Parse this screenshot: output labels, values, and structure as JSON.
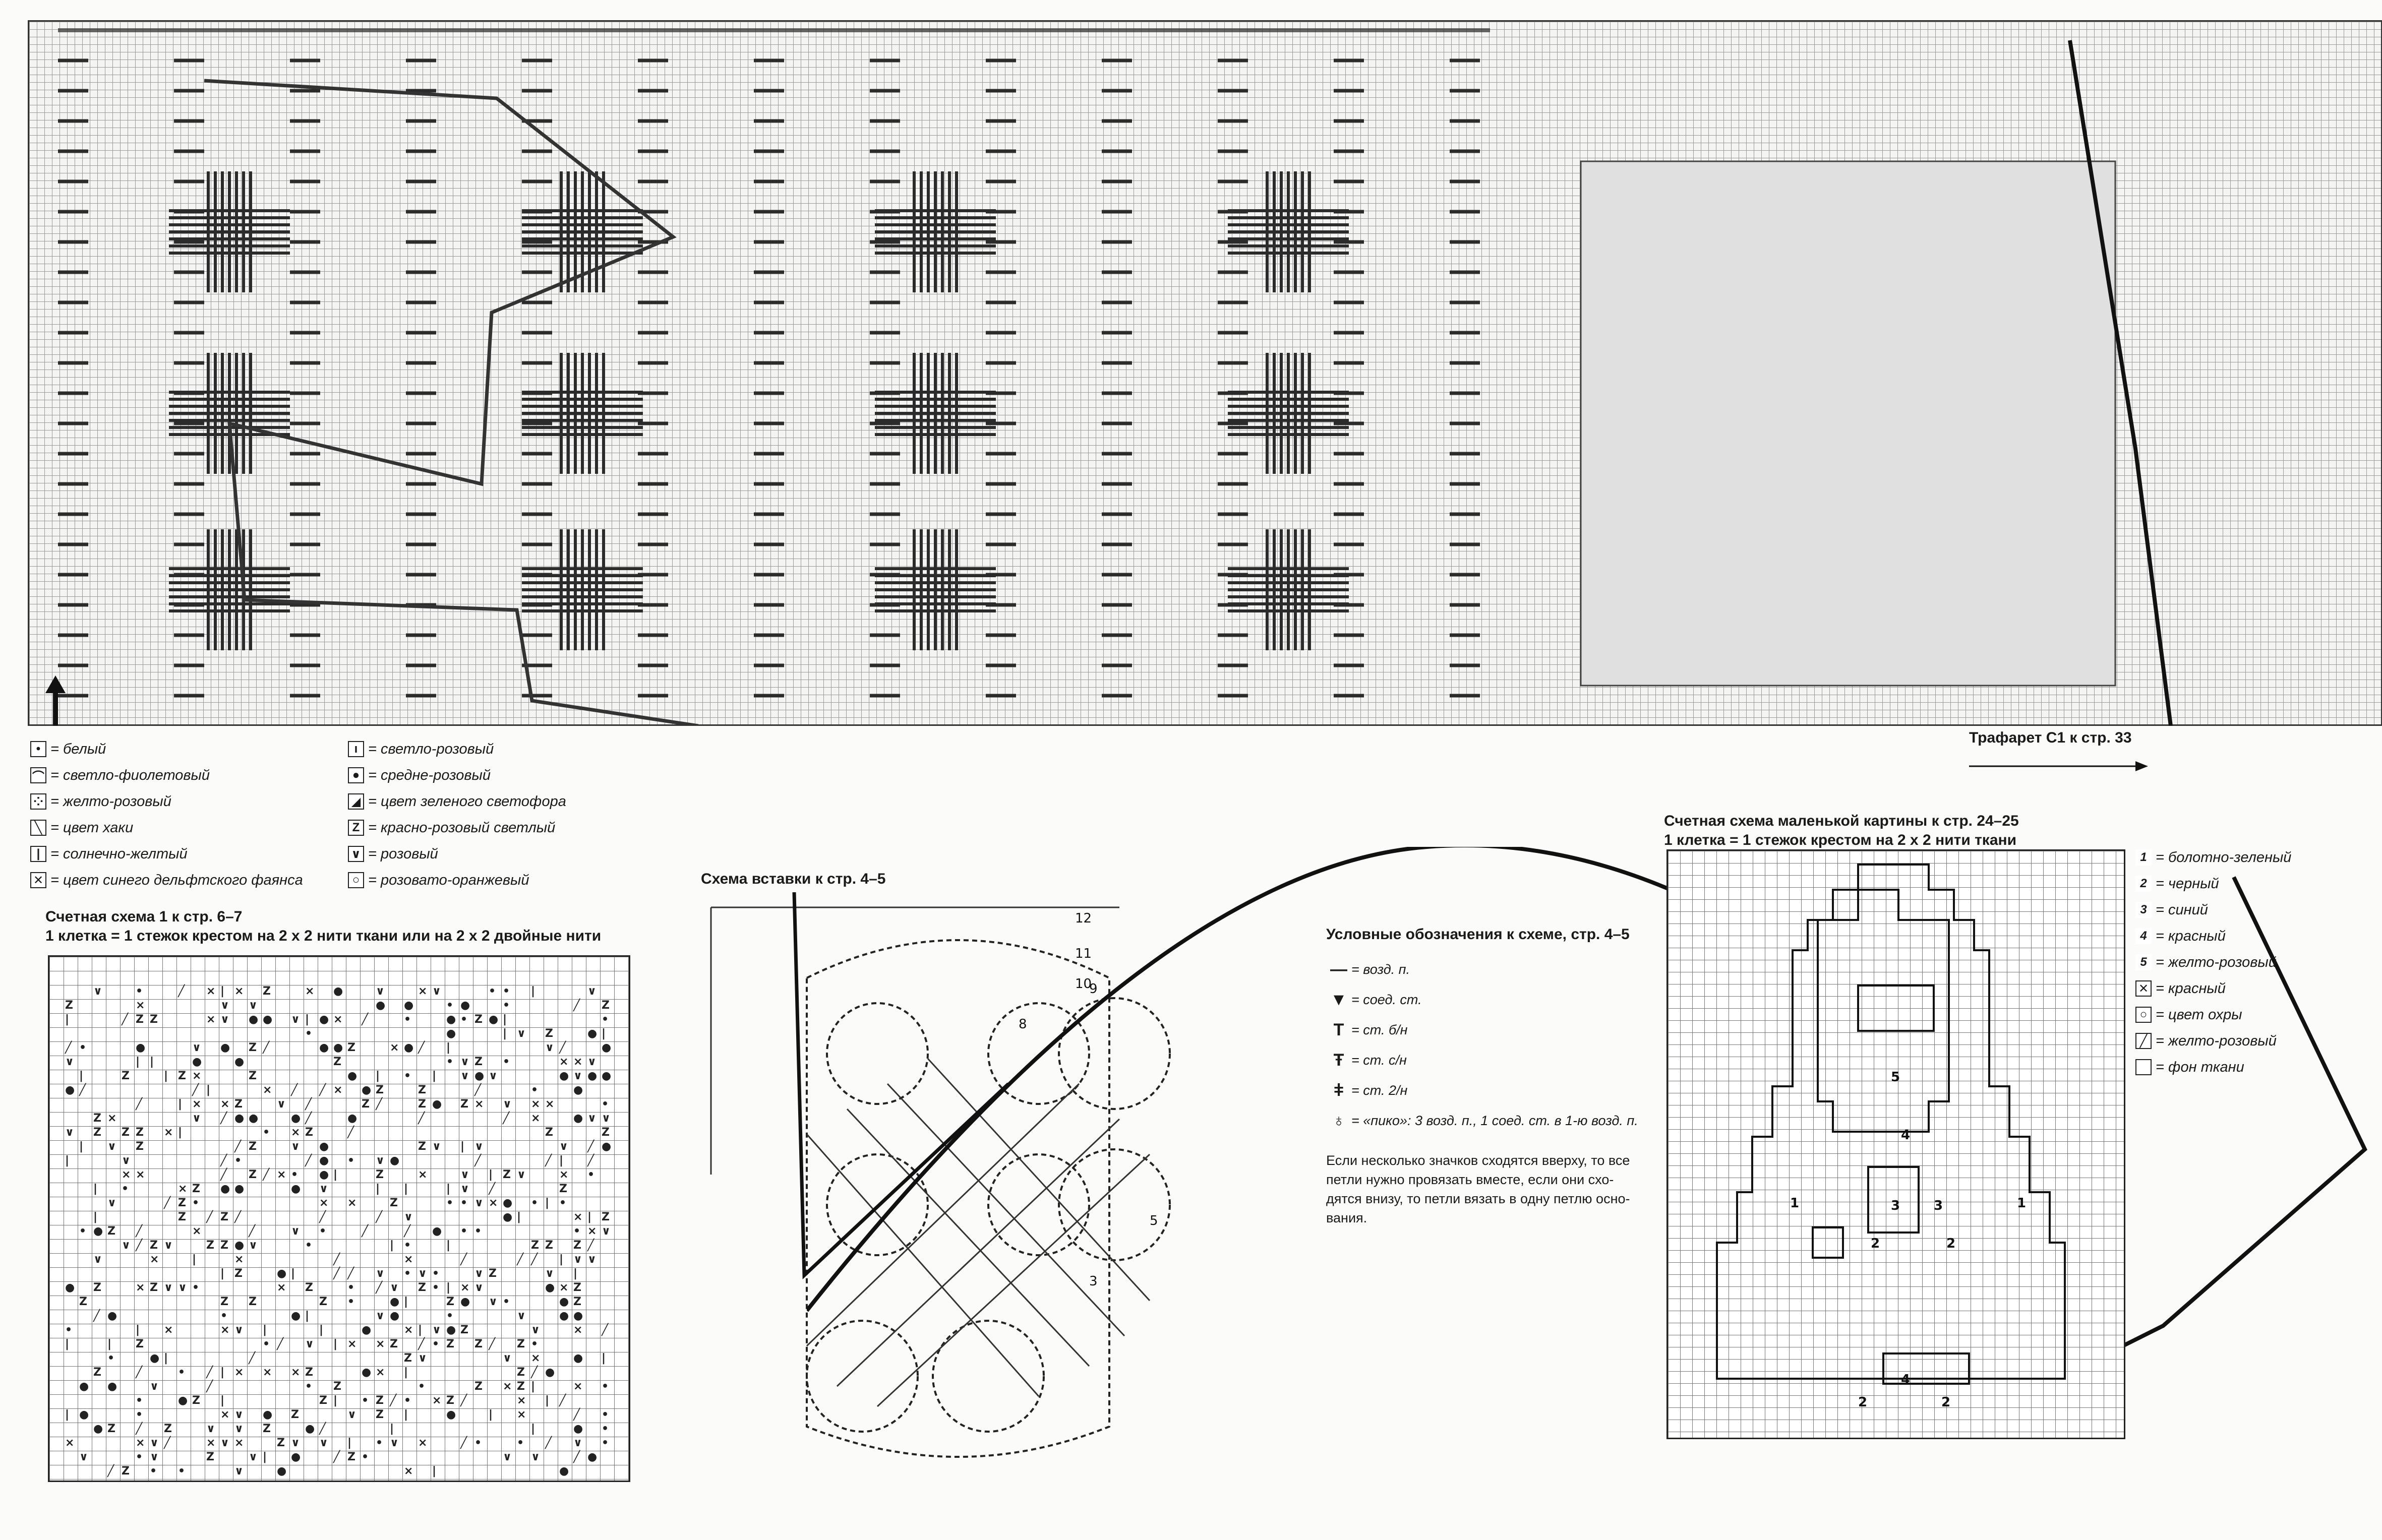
{
  "legend_left": {
    "items": [
      {
        "symbol": "•",
        "label": "= белый"
      },
      {
        "symbol": "⌒",
        "label": "= светло-фиолетовый"
      },
      {
        "symbol": "⁘",
        "label": "= желто-розовый"
      },
      {
        "symbol": "╲",
        "label": "= цвет хаки"
      },
      {
        "symbol": "|",
        "label": "= солнечно-желтый"
      },
      {
        "symbol": "✕",
        "label": "= цвет синего дельфтского фаянса"
      }
    ]
  },
  "legend_middle": {
    "items": [
      {
        "symbol": "ı",
        "label": "= светло-розовый"
      },
      {
        "symbol": "●",
        "label": "= средне-розовый"
      },
      {
        "symbol": "◢",
        "label": "= цвет зеленого светофора"
      },
      {
        "symbol": "Z",
        "label": "= красно-розовый светлый"
      },
      {
        "symbol": "∨",
        "label": "= розовый"
      },
      {
        "symbol": "○",
        "label": "= розовато-оранжевый"
      }
    ]
  },
  "chart1": {
    "title_line1": "Счетная схема 1 к стр. 6–7",
    "title_line2": "1 клетка = 1 стежок крестом на 2 х 2 нити ткани или на 2 х 2 двойные нити"
  },
  "insert_scheme": {
    "title": "Схема вставки к стр. 4–5",
    "row_numbers": [
      "12",
      "11",
      "10",
      "9",
      "8",
      "5",
      "3"
    ]
  },
  "symbols_legend": {
    "title": "Условные обозначения к схеме, стр. 4–5",
    "items": [
      {
        "glyph": "—",
        "label": "= возд. п."
      },
      {
        "glyph": "▼",
        "label": "= соед. ст."
      },
      {
        "glyph": "T",
        "label": "= ст. б/н"
      },
      {
        "glyph": "Ŧ",
        "label": "= ст. с/н"
      },
      {
        "glyph": "ǂ",
        "label": "= ст. 2/н"
      },
      {
        "glyph": "♁",
        "label": "= «пико»: 3 возд. п., 1 соед. ст. в 1-ю возд. п."
      }
    ],
    "note_lines": [
      "Если несколько значков сходятся вверху, то все",
      "петли нужно провязать вместе, если они схо-",
      "дятся внизу, то петли вязать в одну петлю осно-",
      "вания."
    ]
  },
  "stencil_label": "Трафарет С1 к стр. 33",
  "small_picture": {
    "title_line1": "Счетная схема  маленькой картины к стр. 24–25",
    "title_line2": "1 клетка = 1 стежок крестом на 2 х 2 нити ткани",
    "numbers": [
      "5",
      "4",
      "3",
      "3",
      "2",
      "2",
      "1",
      "1",
      "4",
      "2",
      "2"
    ]
  },
  "legend_right": {
    "items": [
      {
        "symbol": "1",
        "label": "= болотно-зеленый"
      },
      {
        "symbol": "2",
        "label": "= черный"
      },
      {
        "symbol": "3",
        "label": "= синий"
      },
      {
        "symbol": "4",
        "label": "= красный"
      },
      {
        "symbol": "5",
        "label": "= желто-розовый"
      },
      {
        "symbol": "✕",
        "label": "= красный"
      },
      {
        "symbol": "○",
        "label": "= цвет охры"
      },
      {
        "symbol": "╱",
        "label": "= желто-розовый"
      },
      {
        "symbol": "",
        "label": "= фон ткани"
      }
    ]
  }
}
